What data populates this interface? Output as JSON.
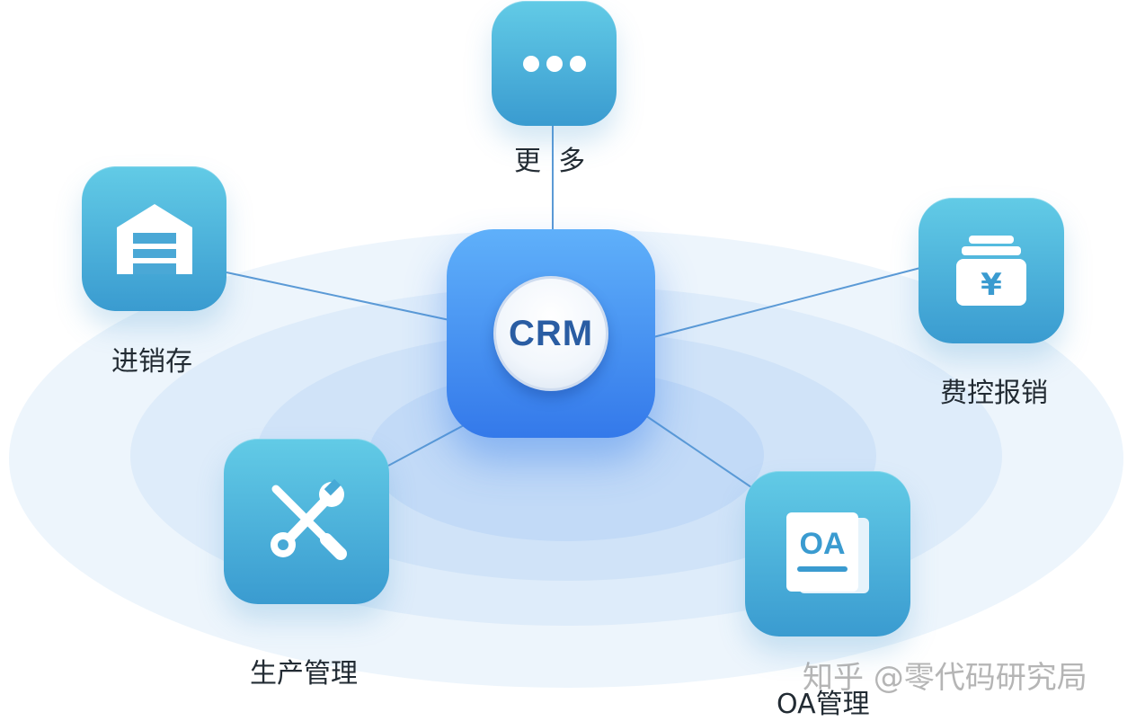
{
  "center": {
    "label": "CRM"
  },
  "nodes": {
    "more": {
      "label": "更  多",
      "icon": "more-dots-icon"
    },
    "inventory": {
      "label": "进销存",
      "icon": "warehouse-icon"
    },
    "expense": {
      "label": "费控报销",
      "icon": "yen-wallet-icon"
    },
    "production": {
      "label": "生产管理",
      "icon": "tools-icon"
    },
    "oa": {
      "label": "OA管理",
      "icon": "oa-document-icon",
      "icon_text": "OA"
    }
  },
  "watermark": "知乎 @零代码研究局",
  "colors": {
    "tile_top": "#62cbe6",
    "tile_bottom": "#3a9bd0",
    "hub_top": "#5fb0fa",
    "hub_bottom": "#3479ea",
    "hub_text": "#2a5da3",
    "link_line": "#5b9ad6"
  }
}
